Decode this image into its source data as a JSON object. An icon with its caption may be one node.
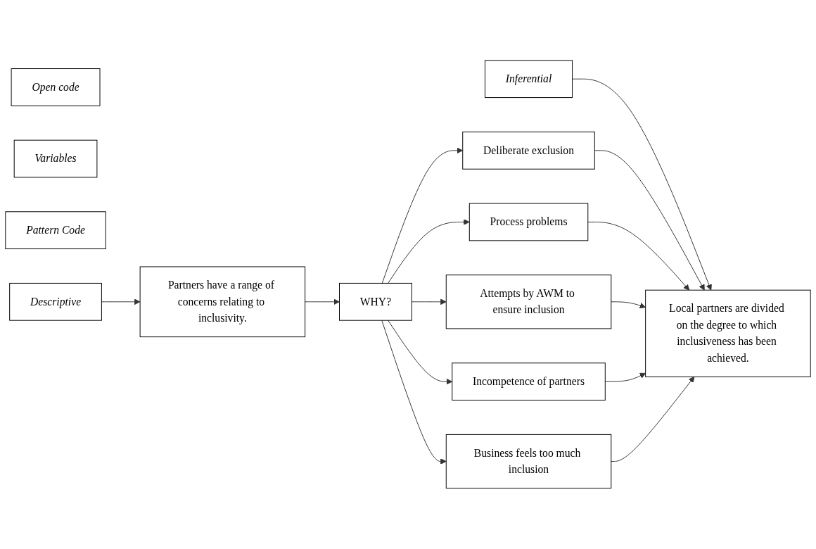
{
  "diagram": {
    "nodes": [
      {
        "text": [
          "Open code"
        ]
      },
      {
        "text": [
          "Variables"
        ]
      },
      {
        "text": [
          "Pattern Code"
        ]
      },
      {
        "text": [
          "Descriptive"
        ]
      },
      {
        "text": [
          "Inferential"
        ]
      },
      {
        "text": [
          "Partners have a range of concerns relating to inclusivity."
        ]
      },
      {
        "text": [
          "WHY?"
        ]
      },
      {
        "text": [
          "Deliberate exclusion"
        ]
      },
      {
        "text": [
          "Process problems"
        ]
      },
      {
        "text": [
          "Attempts by AWM to ensure inclusion"
        ]
      },
      {
        "text": [
          "Incompetence of partners"
        ]
      },
      {
        "text": [
          "Business feels too much inclusion"
        ]
      },
      {
        "text": [
          "Local partners are divided on the degree to which inclusiveness has been achieved."
        ]
      }
    ],
    "edges": [
      {
        "from": 3,
        "to": 5,
        "arrow": "to"
      },
      {
        "from": 4,
        "to": 12,
        "arrow": "to"
      },
      {
        "from": 5,
        "to": 6,
        "arrow": "to"
      },
      {
        "from": 6,
        "to": 7,
        "arrow": "to"
      },
      {
        "from": 6,
        "to": 8,
        "arrow": "to"
      },
      {
        "from": 6,
        "to": 9,
        "arrow": "to"
      },
      {
        "from": 6,
        "to": 10,
        "arrow": "to"
      },
      {
        "from": 6,
        "to": 11,
        "arrow": "to"
      },
      {
        "from": 7,
        "to": 12,
        "arrow": "to"
      },
      {
        "from": 8,
        "to": 12,
        "arrow": "to"
      },
      {
        "from": 9,
        "to": 12,
        "arrow": "to"
      },
      {
        "from": 10,
        "to": 12,
        "arrow": "to"
      },
      {
        "from": 11,
        "to": 12,
        "arrow": "to"
      }
    ]
  }
}
